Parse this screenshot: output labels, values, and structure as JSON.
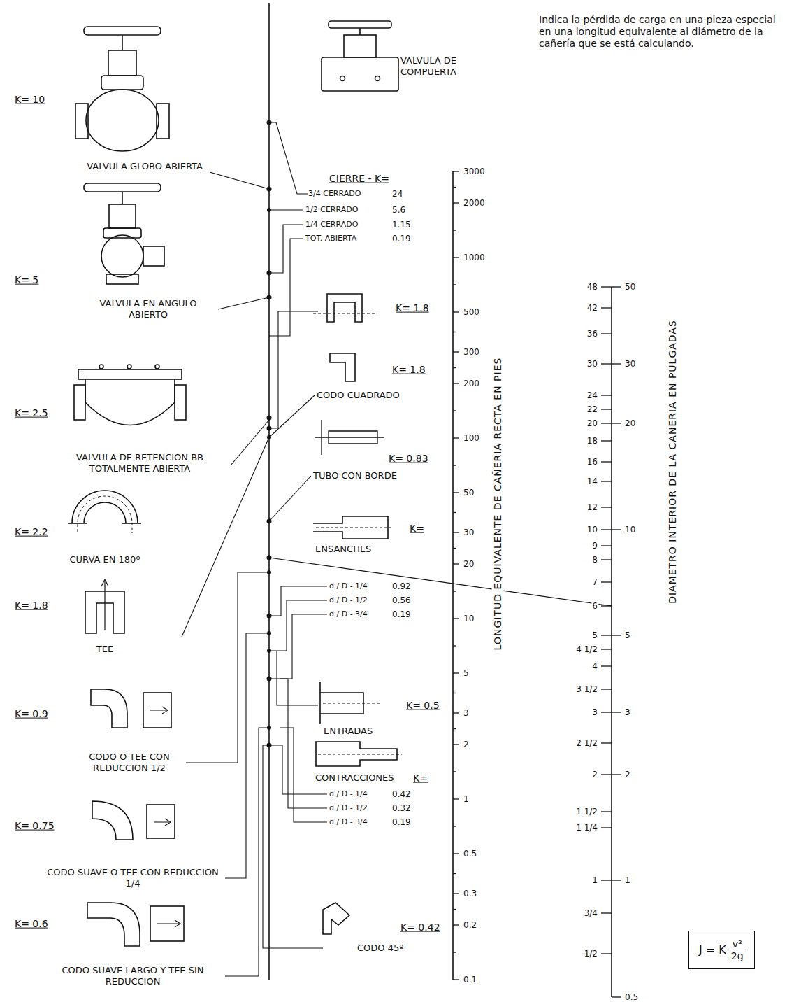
{
  "diagram": {
    "nodes": [
      {
        "text": [
          "J = K",
          "v²",
          "2g"
        ]
      }
    ],
    "labels": [
      "K= 10",
      "VALVULA GLOBO ABIERTA",
      "K= 5",
      "VALVULA EN ANGULO ABIERTO",
      "K= 2.5",
      "VALVULA DE RETENCION BB TOTALMENTE ABIERTA",
      "K= 2.2",
      "CURVA EN 180º",
      "K= 1.8",
      "TEE",
      "K= 0.9",
      "CODO O TEE CON REDUCCION 1/2",
      "K= 0.75",
      "CODO SUAVE O TEE CON REDUCCION 1/4",
      "K= 0.6",
      "CODO SUAVE LARGO Y TEE SIN REDUCCION",
      "VALVULA DE COMPUERTA",
      "CIERRE - K=",
      "3/4 CERRADO",
      "24",
      "1/2 CERRADO",
      "5.6",
      "1/4 CERRADO",
      "1.15",
      "TOT. ABIERTA",
      "0.19",
      "K= 1.8",
      "K= 1.8",
      "CODO CUADRADO",
      "K= 0.83",
      "TUBO CON BORDE",
      "K=",
      "ENSANCHES",
      "d / D - 1/4",
      "0.92",
      "d / D - 1/2",
      "0.56",
      "d / D - 3/4",
      "0.19",
      "ENTRADAS",
      "K= 0.5",
      "K=",
      "CONTRACCIONES",
      "d / D - 1/4",
      "0.42",
      "d / D - 1/2",
      "0.32",
      "d / D - 3/4",
      "0.19",
      "CODO 45º",
      "K= 0.42",
      "3000",
      "2000",
      "1000",
      "500",
      "300",
      "200",
      "100",
      "50",
      "30",
      "20",
      "10",
      "5",
      "3",
      "2",
      "1",
      "0.5",
      "0.3",
      "0.2",
      "0.1",
      "LONGITUD EQUIVALENTE DE CAÑERIA RECTA EN PIES",
      "Indica la pérdida de carga en una pieza especial en una longitud equivalente al diámetro de la cañería que se está calculando.",
      "48",
      "42",
      "36",
      "30",
      "24",
      "22",
      "20",
      "18",
      "16",
      "14",
      "12",
      "10",
      "9",
      "8",
      "7",
      "6",
      "5",
      "4 1/2",
      "4",
      "3 1/2",
      "3",
      "2 1/2",
      "2",
      "1 1/2",
      "1 1/4",
      "1",
      "3/4",
      "1/2",
      "50",
      "30",
      "20",
      "10",
      "5",
      "3",
      "2",
      "1",
      "0.5",
      "DIAMETRO INTERIOR DE LA CAÑERIA EN PULGADAS"
    ]
  }
}
